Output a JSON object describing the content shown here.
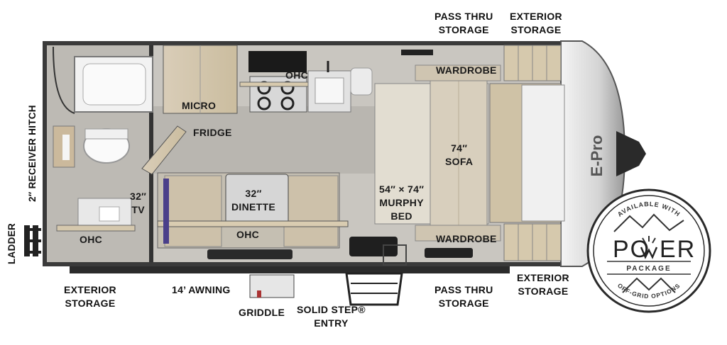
{
  "labels": {
    "pass_thru_storage_top": {
      "line1": "PASS THRU",
      "line2": "STORAGE"
    },
    "exterior_storage_top": {
      "line1": "EXTERIOR",
      "line2": "STORAGE"
    },
    "ohc_kitchen": "OHC",
    "wardrobe_top": "WARDROBE",
    "micro": "MICRO",
    "fridge": "FRIDGE",
    "sofa": {
      "line1": "74″",
      "line2": "SOFA"
    },
    "tv": {
      "line1": "32″",
      "line2": "TV"
    },
    "dinette": {
      "line1": "32″",
      "line2": "DINETTE"
    },
    "murphy_bed": {
      "line1": "54″ × 74″",
      "line2": "MURPHY",
      "line3": "BED"
    },
    "ohc_bath": "OHC",
    "ohc_dinette": "OHC",
    "wardrobe_bottom": "WARDROBE",
    "receiver_hitch": "2″ RECEIVER HITCH",
    "ladder": "LADDER",
    "exterior_storage_bottom_left": {
      "line1": "EXTERIOR",
      "line2": "STORAGE"
    },
    "awning": "14’ AWNING",
    "griddle": "GRIDDLE",
    "solid_step_entry": {
      "line1": "SOLID STEP®",
      "line2": "ENTRY"
    },
    "pass_thru_storage_bottom": {
      "line1": "PASS THRU",
      "line2": "STORAGE"
    },
    "exterior_storage_bottom_right": {
      "line1": "EXTERIOR",
      "line2": "STORAGE"
    }
  },
  "model_badge": "E-Pro",
  "power_badge": {
    "top_text": "AVAILABLE WITH",
    "title_left": "PO",
    "title_right": "ER",
    "subtitle": "PACKAGE",
    "bottom_text": "OFF-GRID OPTIONS"
  }
}
